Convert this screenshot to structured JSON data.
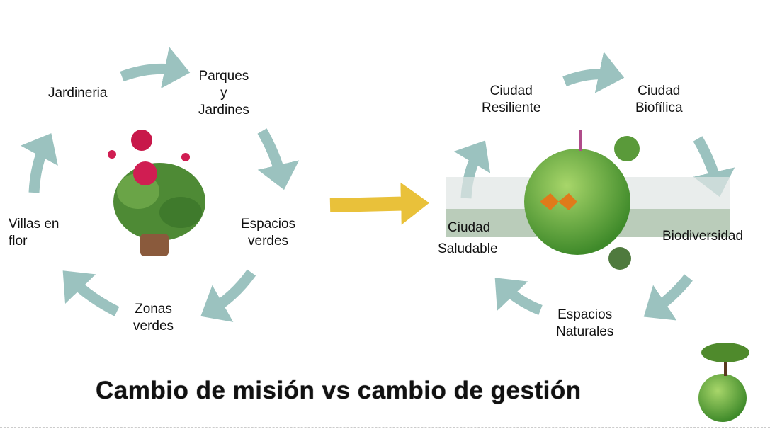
{
  "left_cycle": {
    "labels": [
      "Jardineria",
      "Parques\ny\nJardines",
      "Espacios\nverdes",
      "Zonas\nverdes",
      "Villas en\nflor"
    ],
    "image": "geranium-flower-pot"
  },
  "right_cycle": {
    "labels": [
      "Ciudad\nResiliente",
      "Ciudad\nBiofílica",
      "Biodiversidad",
      "Espacios\nNaturales",
      "Ciudad",
      "Saludable"
    ],
    "image": "biodiversity-globe"
  },
  "title": "Cambio de misión vs cambio de gestión",
  "colors": {
    "cycle_arrow": "#9bc2bf",
    "transition_arrow": "#e9c13a",
    "globe": "#5fae3c"
  }
}
